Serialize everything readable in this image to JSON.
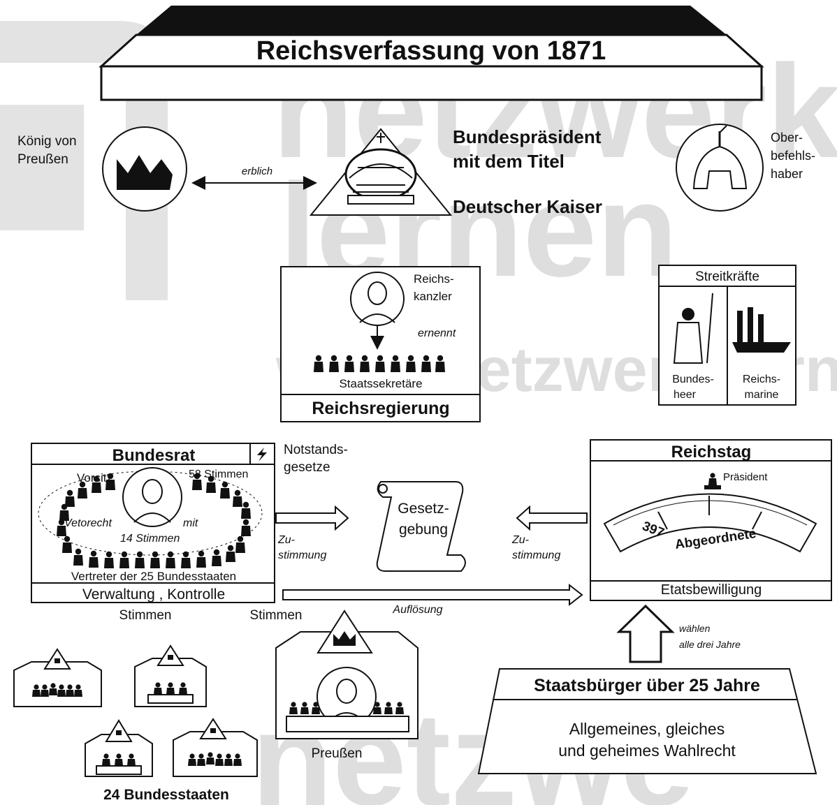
{
  "title": "Reichsverfassung von 1871",
  "watermark": {
    "brand_line1": "netzwerk",
    "brand_line2": "lernen",
    "url": "www.netzwerk-lernen",
    "bottom": "netzwe",
    "color": "#c9c9c9"
  },
  "top": {
    "koenig": "König von Preußen",
    "erblich": "erblich",
    "praesident_line1": "Bundespräsident",
    "praesident_line2": "mit dem Titel",
    "kaiser": "Deutscher Kaiser",
    "oberbefehls_1": "Ober-",
    "oberbefehls_2": "befehls-",
    "oberbefehls_3": "haber"
  },
  "reichsregierung": {
    "kanzler_1": "Reichs-",
    "kanzler_2": "kanzler",
    "ernennt": "ernennt",
    "staatssekretaere": "Staatssekretäre",
    "title": "Reichsregierung"
  },
  "streitkraefte": {
    "title": "Streitkräfte",
    "heer_1": "Bundes-",
    "heer_2": "heer",
    "marine_1": "Reichs-",
    "marine_2": "marine"
  },
  "bundesrat": {
    "title": "Bundesrat",
    "vorsitz": "Vorsitz",
    "stimmen_58": "58 Stimmen",
    "vetorecht": "Vetorecht",
    "mit": "mit",
    "vierzehn_stimmen": "14 Stimmen",
    "vertreter": "Vertreter der 25 Bundesstaaten",
    "verwaltung": "Verwaltung , Kontrolle",
    "stimmen_left": "Stimmen",
    "stimmen_right": "Stimmen"
  },
  "notstand": {
    "line1": "Notstands-",
    "line2": "gesetze"
  },
  "gesetzgebung": {
    "line1": "Gesetz-",
    "line2": "gebung"
  },
  "zustimmung_left": {
    "line1": "Zu-",
    "line2": "stimmung"
  },
  "zustimmung_right": {
    "line1": "Zu-",
    "line2": "stimmung"
  },
  "aufloesung": "Auflösung",
  "reichstag": {
    "title": "Reichstag",
    "praesident": "Präsident",
    "zahl": "397",
    "abgeordnete": "Abgeordnete",
    "etat": "Etatsbewilligung"
  },
  "waehlen": {
    "line1": "wählen",
    "line2": "alle drei Jahre"
  },
  "staatsbuerger": {
    "title": "Staatsbürger über 25 Jahre",
    "wahlrecht_1": "Allgemeines, gleiches",
    "wahlrecht_2": "und geheimes Wahlrecht"
  },
  "preussen": "Preußen",
  "bundesstaaten": "24 Bundesstaaten",
  "colors": {
    "ink": "#111111",
    "band": "#111111",
    "paper": "#ffffff"
  }
}
